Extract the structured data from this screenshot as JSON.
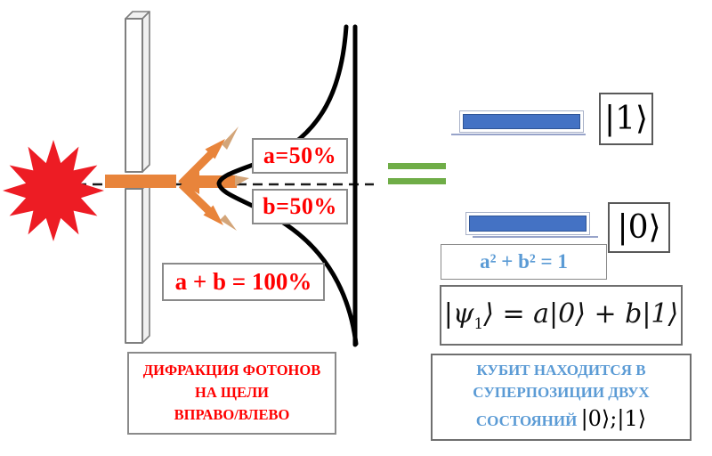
{
  "colors": {
    "red_text": "#FF0000",
    "burst": "#ED1C24",
    "orange": "#E8843B",
    "orange_tip": "#D3A579",
    "green": "#6FAD47",
    "bar_blue": "#4472C4",
    "bar_blue_dark": "#2F5496",
    "blue_text": "#5B9BD5"
  },
  "icons": {
    "source": "starburst-icon",
    "equivalence": "double-green-equals-icon"
  },
  "diffraction": {
    "label_a": "a=50%",
    "label_b": "b=50%",
    "label_sum": "a + b = 100%",
    "caption_line1": "ДИФРАКЦИЯ ФОТОНОВ",
    "caption_line2": "НА ЩЕЛИ",
    "caption_line3": "ВПРАВО/ВЛЕВО"
  },
  "qubit": {
    "ket_one": "|1⟩",
    "ket_zero": "|0⟩",
    "normalization": "a² + b² = 1",
    "state_head": "|ψ",
    "state_sub": "1",
    "state_tail": "⟩ = a|0⟩ + b|1⟩",
    "caption_line1": "КУБИТ НАХОДИТСЯ В",
    "caption_line2": "СУПЕРПОЗИЦИИ ДВУХ",
    "caption_line3_label": "СОСТОЯНИЙ",
    "caption_line3_kets": "|0⟩;|1⟩"
  }
}
